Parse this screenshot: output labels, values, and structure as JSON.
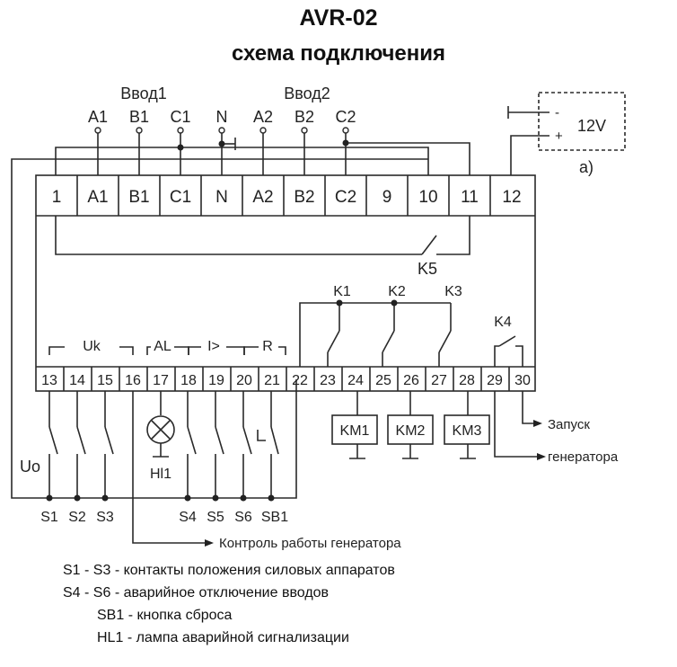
{
  "title": "AVR-02",
  "subtitle": "схема подключения",
  "inputs": {
    "input1_label": "Ввод1",
    "input2_label": "Ввод2",
    "wires": [
      "A1",
      "B1",
      "C1",
      "N",
      "A2",
      "B2",
      "C2"
    ]
  },
  "power": {
    "voltage": "12V",
    "minus": "-",
    "plus": "+",
    "note": "а)"
  },
  "top_terminals": [
    "1",
    "A1",
    "B1",
    "C1",
    "N",
    "A2",
    "B2",
    "C2",
    "9",
    "10",
    "11",
    "12"
  ],
  "relay_k5": "K5",
  "bottom_terminals": [
    "13",
    "14",
    "15",
    "16",
    "17",
    "18",
    "19",
    "20",
    "21",
    "22",
    "23",
    "24",
    "25",
    "26",
    "27",
    "28",
    "29",
    "30"
  ],
  "group_labels": {
    "uk": "Uk",
    "al": "AL",
    "i": "I>",
    "r": "R"
  },
  "relays": [
    "K1",
    "K2",
    "K3",
    "K4"
  ],
  "contactors": [
    "KM1",
    "KM2",
    "KM3"
  ],
  "switches": [
    "S1",
    "S2",
    "S3",
    "S4",
    "S5",
    "S6",
    "SB1"
  ],
  "uo_label": "Uo",
  "lamp_label": "Hl1",
  "generator_start": [
    "Запуск",
    "генератора"
  ],
  "generator_monitor": "Контроль работы генератора",
  "legend": [
    {
      "key": "S1 - S3",
      "text": "- контакты положения силовых аппаратов"
    },
    {
      "key": "S4 - S6",
      "text": "- аварийное отключение  вводов"
    },
    {
      "key": "SB1",
      "text": "- кнопка сброса"
    },
    {
      "key": "HL1",
      "text": "- лампа аварийной сигнализации"
    }
  ]
}
